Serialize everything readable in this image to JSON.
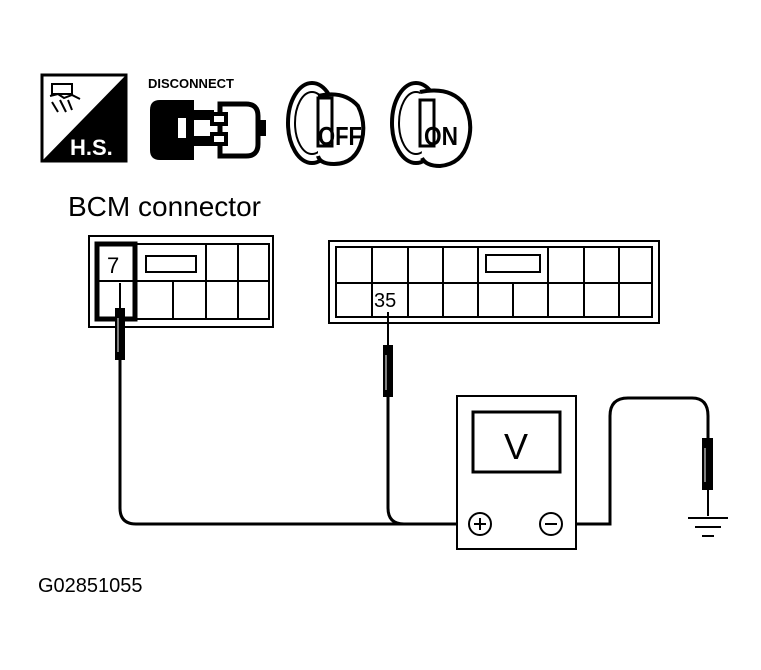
{
  "icons": {
    "hs_label": "H.S.",
    "disconnect_label": "DISCONNECT",
    "off_label": "OFF",
    "on_label": "ON"
  },
  "title": "BCM connector",
  "connector_left": {
    "pin": "7"
  },
  "connector_right": {
    "pin": "35"
  },
  "meter": {
    "label": "V",
    "plus": "+",
    "minus": "−"
  },
  "figure_id": "G02851055",
  "colors": {
    "ink": "#000000",
    "paper": "#ffffff"
  }
}
